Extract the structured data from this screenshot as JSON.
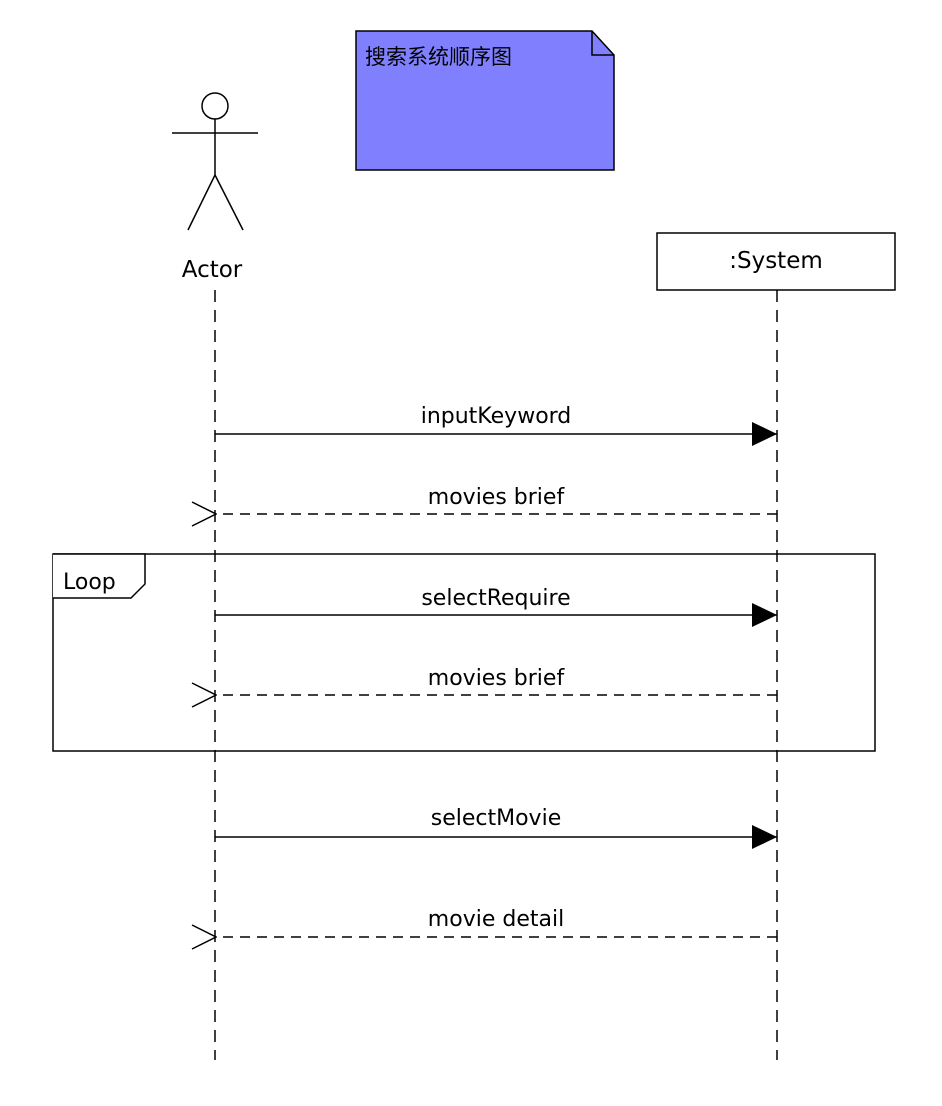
{
  "note": {
    "text": "搜索系统顺序图",
    "fill": "#8080ff"
  },
  "actor": {
    "name": "Actor"
  },
  "system": {
    "name": ":System"
  },
  "frame": {
    "operator": "Loop"
  },
  "messages": [
    {
      "label": "inputKeyword",
      "kind": "sync"
    },
    {
      "label": "movies brief",
      "kind": "return"
    },
    {
      "label": "selectRequire",
      "kind": "sync"
    },
    {
      "label": "movies brief",
      "kind": "return"
    },
    {
      "label": "selectMovie",
      "kind": "sync"
    },
    {
      "label": "movie detail",
      "kind": "return"
    }
  ]
}
